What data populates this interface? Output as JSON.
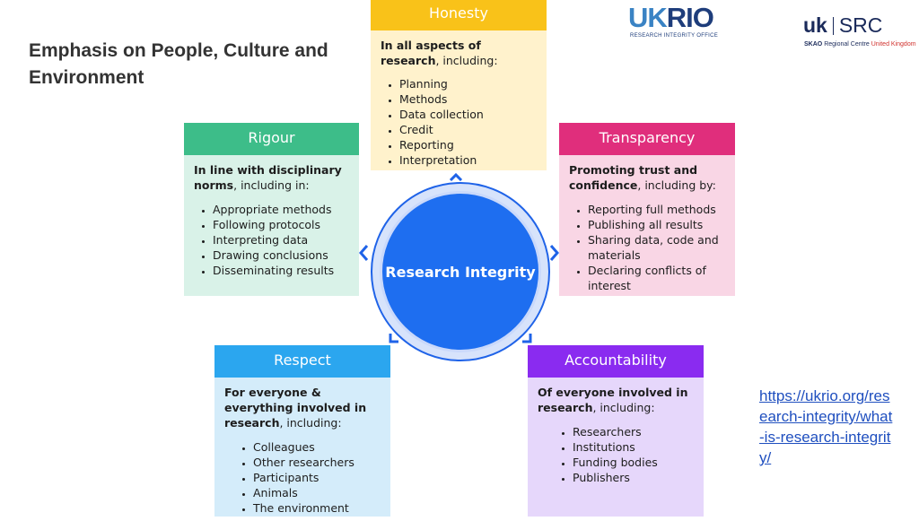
{
  "title": "Emphasis on People, Culture and Environment",
  "logos": {
    "ukrio": {
      "uk": "UK",
      "rio": "RIO",
      "sub": "RESEARCH INTEGRITY OFFICE"
    },
    "uksrc": {
      "uk": "uk",
      "src": "SRC",
      "sub_prefix": "SKAO",
      "sub_rest": "Regional Centre",
      "sub_red": "United Kingdom"
    }
  },
  "hub": {
    "label": "Research Integrity",
    "color": "#1e6ef0"
  },
  "cards": {
    "honesty": {
      "heading": "Honesty",
      "color": "#f9c219",
      "intro_bold": "In all aspects of research",
      "intro_rest": ", including:",
      "items": [
        "Planning",
        "Methods",
        "Data collection",
        "Credit",
        "Reporting",
        "Interpretation"
      ]
    },
    "rigour": {
      "heading": "Rigour",
      "color": "#3dbd89",
      "intro_bold": "In line with disciplinary norms",
      "intro_rest": ", including in:",
      "items": [
        "Appropriate methods",
        "Following protocols",
        "Interpreting data",
        "Drawing conclusions",
        "Disseminating results"
      ]
    },
    "transparency": {
      "heading": "Transparency",
      "color": "#e02e7c",
      "intro_bold": "Promoting trust and confidence",
      "intro_rest": ", including by:",
      "items": [
        "Reporting full methods",
        "Publishing all results",
        "Sharing data, code and materials",
        "Declaring conflicts of interest"
      ]
    },
    "respect": {
      "heading": "Respect",
      "color": "#2ba6ef",
      "intro_bold": "For everyone & everything involved in research",
      "intro_rest": ", including:",
      "items": [
        "Colleagues",
        "Other researchers",
        "Participants",
        "Animals",
        "The environment"
      ]
    },
    "accountability": {
      "heading": "Accountability",
      "color": "#8a2bf0",
      "intro_bold": "Of everyone involved in research",
      "intro_rest": ", including:",
      "items": [
        "Researchers",
        "Institutions",
        "Funding bodies",
        "Publishers"
      ]
    }
  },
  "link": "https://ukrio.org/research-integrity/what-is-research-integrity/"
}
